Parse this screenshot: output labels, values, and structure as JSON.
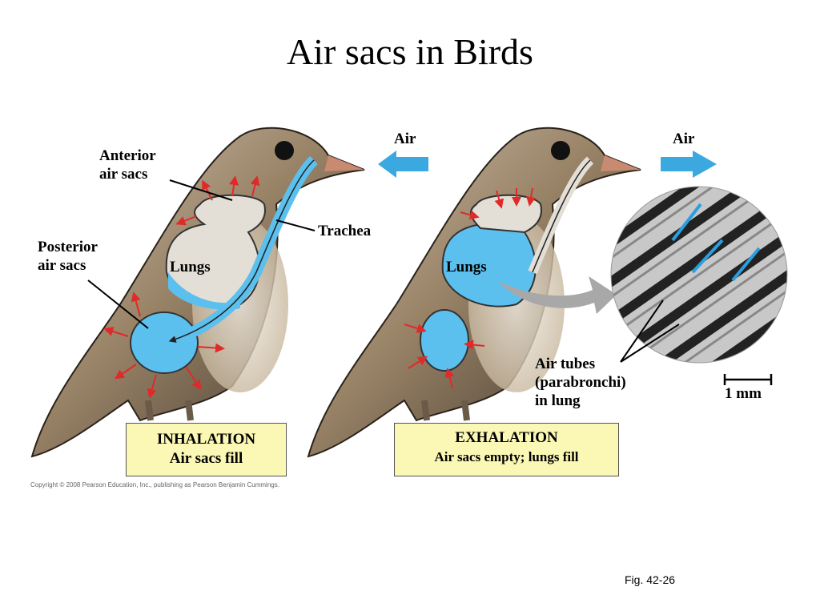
{
  "title": "Air sacs in Birds",
  "inhalation": {
    "air_label": "Air",
    "anterior_label": "Anterior\nair sacs",
    "posterior_label": "Posterior\nair sacs",
    "trachea_label": "Trachea",
    "lungs_label": "Lungs",
    "box_title": "INHALATION",
    "box_subtitle": "Air sacs fill"
  },
  "exhalation": {
    "air_label": "Air",
    "lungs_label": "Lungs",
    "box_title": "EXHALATION",
    "box_subtitle": "Air sacs empty; lungs fill"
  },
  "micrograph": {
    "tubes_label": "Air tubes\n(parabronchi)\nin lung",
    "scale_label": "1 mm"
  },
  "copyright": "Copyright © 2008 Pearson Education, Inc., publishing as Pearson Benjamin Cummings.",
  "figure_label": "Fig. 42-26",
  "colors": {
    "air": "#5bc0ee",
    "arrow_red": "#e02a2a",
    "box_fill": "#fbf7b4",
    "bird": "#8f7b62"
  }
}
